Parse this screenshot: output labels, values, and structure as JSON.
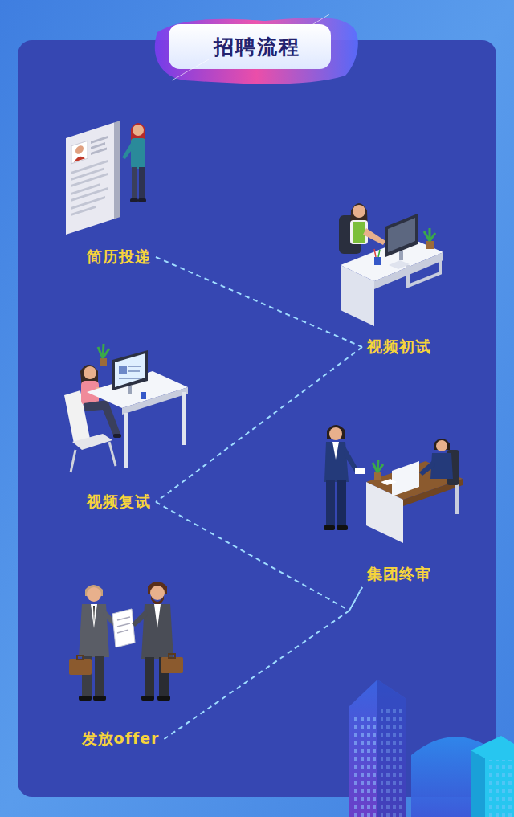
{
  "diagram": {
    "title": "招聘流程",
    "nodes": [
      {
        "text": [
          "简历投递"
        ]
      },
      {
        "text": [
          "视频初试"
        ]
      },
      {
        "text": [
          "视频复试"
        ]
      },
      {
        "text": [
          "集团终审"
        ]
      },
      {
        "text": [
          "发放offer"
        ]
      }
    ],
    "edges": [
      {
        "from": 0,
        "to": 1,
        "arrow": "none"
      },
      {
        "from": 1,
        "to": 2,
        "arrow": "none"
      },
      {
        "from": 2,
        "to": 3,
        "arrow": "none"
      },
      {
        "from": 3,
        "to": 4,
        "arrow": "none"
      }
    ]
  }
}
